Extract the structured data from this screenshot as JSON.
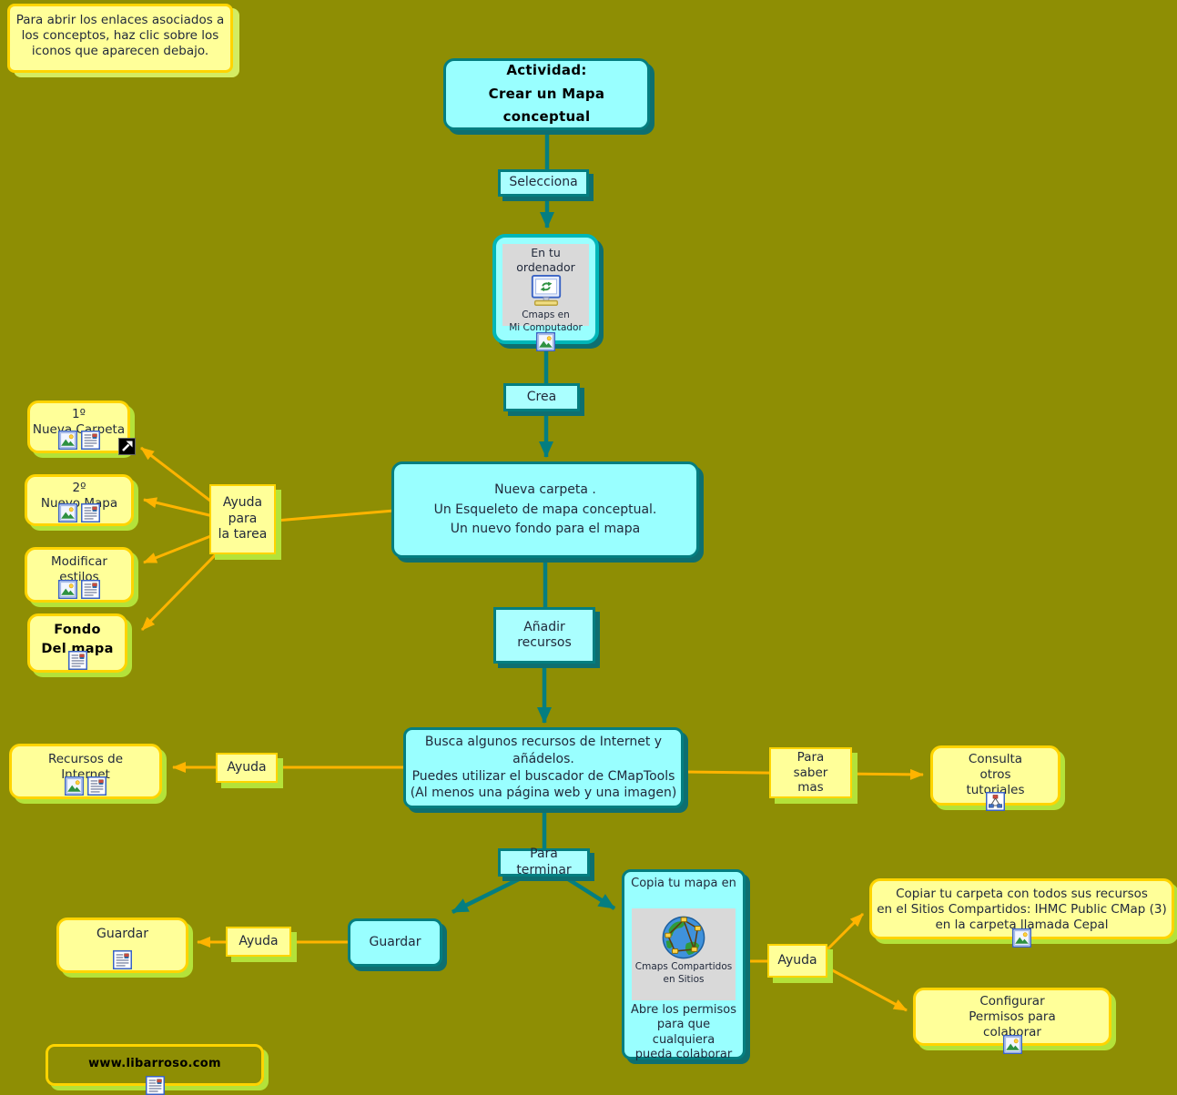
{
  "colors": {
    "background": "#8e8e04",
    "teal_border": "#047e80",
    "teal_shadow": "#0e6f70",
    "cyan_fill": "#99ffff",
    "yellow_fill": "#ffff99",
    "yellow_border": "#ffd400",
    "green_shadow": "#b4e239",
    "orange_line": "#ffb400"
  },
  "icons": {
    "image": "image-icon",
    "document": "document-icon",
    "external_link": "external-link-icon",
    "cmap": "cmap-icon",
    "computer": "computer-icon",
    "globe_network": "globe-network-icon"
  },
  "note_top_left": "Para abrir los enlaces asociados a\nlos conceptos, haz clic sobre los\niconos que aparecen debajo.",
  "flow": {
    "actividad": "Actividad:\nCrear un Mapa conceptual",
    "selecciona": "Selecciona",
    "ordenador_title": "En tu ordenador",
    "ordenador_caption": "Cmaps en\nMi Computador",
    "crea": "Crea",
    "nueva_carpeta": "Nueva carpeta .\n\nUn Esqueleto de mapa  conceptual.\n\nUn nuevo fondo para el mapa",
    "anadir_recursos": "Añadir\nrecursos",
    "busca": "Busca algunos recursos de Internet y añádelos.\nPuedes utilizar el buscador de CMapTools\n(Al menos una página web y una imagen)",
    "para_terminar": "Para terminar",
    "guardar_cyan": "Guardar",
    "copia_title": "Copia tu mapa en",
    "copia_caption": "Cmaps Compartidos\nen Sitios",
    "copia_body": "Abre los permisos\npara que cualquiera\npueda colaborar"
  },
  "left": {
    "paso1": "1º\nNueva Carpeta",
    "paso2": "2º\nNuevo Mapa",
    "modificar": "Modificar\nestilos",
    "fondo": "Fondo\nDel mapa",
    "ayuda_tarea": "Ayuda\npara\nla tarea"
  },
  "middle": {
    "recursos": "Recursos de\nInternet",
    "ayuda_recursos": "Ayuda",
    "para_saber": "Para\nsaber\nmas",
    "consulta": "Consulta\notros\ntutoriales"
  },
  "bottom": {
    "guardar_yellow": "Guardar",
    "ayuda_guardar": "Ayuda",
    "ayuda_copia": "Ayuda",
    "copiar_carpeta": "Copiar tu carpeta con todos sus recursos\nen el Sitios Compartidos: IHMC Public CMap (3)\nen la carpeta llamada Cepal",
    "configurar": "Configurar\nPermisos para\ncolaborar",
    "website": "www.libarroso.com"
  }
}
